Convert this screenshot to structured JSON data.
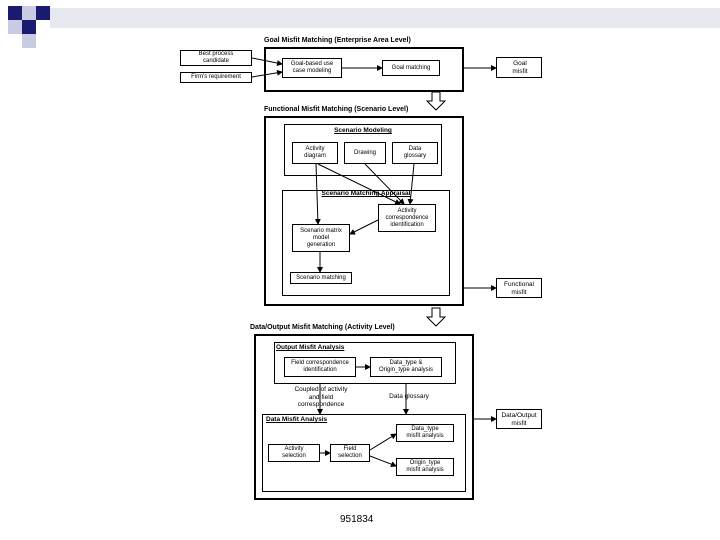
{
  "goal": {
    "title": "Goal Misfit Matching (Enterprise Area Level)",
    "best_process": "Best process\ncandidate",
    "firms_requirement": "Firm's requirement",
    "goal_use_case": "Goal-based use\ncase modeling",
    "goal_matching": "Goal matching",
    "goal_misfit": "Goal\nmisfit"
  },
  "functional": {
    "title": "Functional Misfit Matching (Scenario Level)",
    "scenario_modeling": "Scenario Modeling",
    "activity_diagram": "Activity\ndiagram",
    "drawing": "Drawing",
    "data_glossary": "Data\nglossary",
    "scenario_matching_appraisal": "Scenario Matching Appraisal",
    "activity_correspondence": "Activity\ncorrespondence\nidentification",
    "scenario_matrix": "Scenario matrix\nmodel\ngeneration",
    "scenario_matching": "Scenario matching",
    "functional_misfit": "Functional\nmisfit"
  },
  "data_output": {
    "title": "Data/Output Misfit Matching (Activity Level)",
    "output_misfit_analysis": "Output Misfit Analysis",
    "field_correspondence": "Field correspondence\nidentification",
    "data_type_origin": "Data_type &\nOrigin_type analysis",
    "coupled_label": "Coupled of activity\nand field\ncorrespondence",
    "data_glossary_label": "Data glossary",
    "data_misfit_analysis": "Data Misfit Analysis",
    "activity_selection": "Activity\nselection",
    "field_selection": "Field\nselection",
    "data_type_misfit": "Data_type\nmisfit analysis",
    "origin_type_misfit": "Origin_type\nmisfit analysis",
    "data_output_misfit": "Data/Output\nmisfit"
  },
  "footer": "951834"
}
